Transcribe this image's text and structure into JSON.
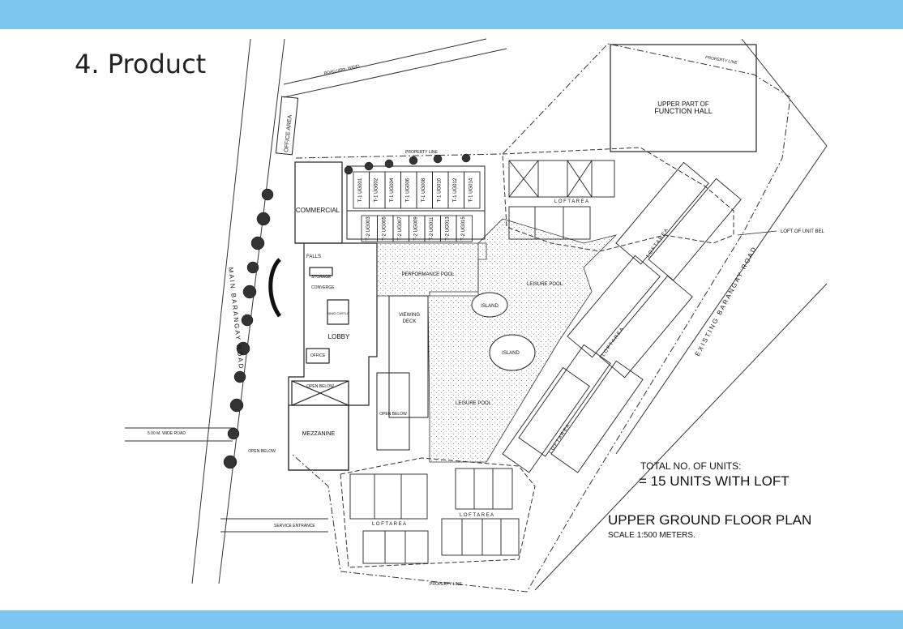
{
  "slide": {
    "title": "4. Product"
  },
  "plan": {
    "labels": {
      "road_top": "ROAD (40m. WIDE)",
      "property_line": "PROPERTY LINE",
      "upper_part": "UPPER PART OF",
      "function_hall": "FUNCTION HALL",
      "office_area": "OFFICE AREA",
      "commercial": "COMMERCIAL",
      "main_road": "MAIN BARANGAY ROAD",
      "falls": "FALLS",
      "storage": "STORAGE",
      "converge": "CONVERGE",
      "sand_castle": "SAND CASTLE",
      "lobby": "LOBBY",
      "office": "OFFICE",
      "open_below": "OPEN BELOW",
      "mezzanine": "MEZZANINE",
      "viewing_deck_1": "VIEWING",
      "viewing_deck_2": "DECK",
      "performance_pool": "PERFORMANCE POOL",
      "leisure_pool": "LEISURE POOL",
      "island": "ISLAND",
      "loft_area": "L O F T   A R E A",
      "wide_road": "5.00 M. WIDE ROAD",
      "service_entrance": "SERVICE ENTRANCE",
      "existing_road": "EXISTING BARANGAY ROAD",
      "loft_of_unit": "LOFT OF UNIT BEL"
    },
    "units_top": [
      "T-1\nUG001",
      "T-1\nUG002",
      "T-1\nUG004",
      "T-1\nUG006",
      "T-1\nUG008",
      "T-1\nUG010",
      "T-1\nUG012",
      "T-1\nUG014"
    ],
    "units_bottom": [
      "T-2\nUG003",
      "T-2\nUG005",
      "T-2\nUG007",
      "T-2\nUG009",
      "T-2\nUG011",
      "T-2\nUG013",
      "T-2\nUG015"
    ]
  },
  "info": {
    "total_label": "TOTAL NO. OF UNITS:",
    "total_value": "= 15 UNITS WITH LOFT",
    "plan_title": "UPPER GROUND FLOOR PLAN",
    "scale": "SCALE 1:500 METERS."
  },
  "colors": {
    "band": "#7cc7ef",
    "line": "#222222",
    "hatch": "#cfcfcf"
  }
}
